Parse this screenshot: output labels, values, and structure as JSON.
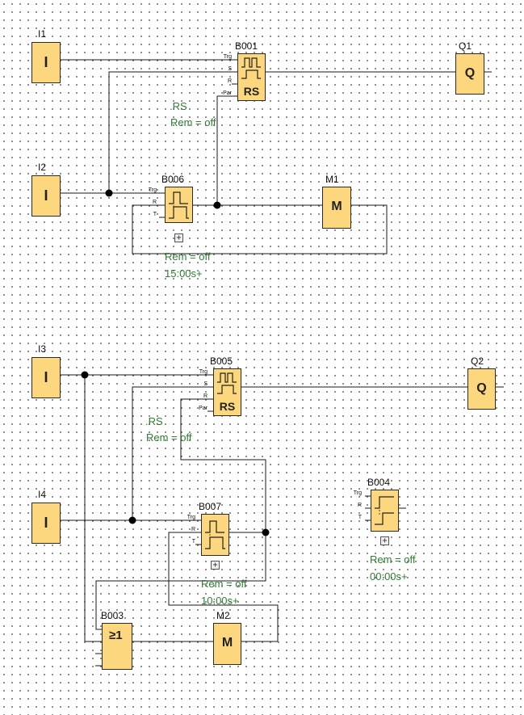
{
  "inputs": [
    {
      "name": "I1",
      "symbol": "I"
    },
    {
      "name": "I2",
      "symbol": "I"
    },
    {
      "name": "I3",
      "symbol": "I"
    },
    {
      "name": "I4",
      "symbol": "I"
    }
  ],
  "outputs": [
    {
      "name": "Q1",
      "symbol": "Q"
    },
    {
      "name": "Q2",
      "symbol": "Q"
    }
  ],
  "markers": [
    {
      "name": "M1",
      "symbol": "M"
    },
    {
      "name": "M2",
      "symbol": "M"
    }
  ],
  "blocks": {
    "b001": {
      "name": "B001",
      "symbol": "RS",
      "pins": [
        "Trg",
        "S",
        "R",
        "Par"
      ],
      "note1": ".RS",
      "note2": "Rem = off"
    },
    "b006": {
      "name": "B006",
      "pins": [
        "Trg",
        "R",
        "T"
      ],
      "note1": "Rem = off",
      "note2": "15:00s+"
    },
    "b005": {
      "name": "B005",
      "symbol": "RS",
      "pins": [
        "Trg",
        "S",
        "R",
        "Par"
      ],
      "note1": ".RS",
      "note2": "Rem = off"
    },
    "b007": {
      "name": "B007",
      "pins": [
        "Trg",
        "R",
        "T"
      ],
      "note1": "Rem = off",
      "note2": "10:00s+"
    },
    "b004": {
      "name": "B004",
      "pins": [
        "Trg",
        "R",
        "T"
      ],
      "note1": "Rem = off",
      "note2": "00:00s+"
    },
    "b003": {
      "name": "B003",
      "symbol": "≥1"
    }
  },
  "expand_symbol": "+"
}
